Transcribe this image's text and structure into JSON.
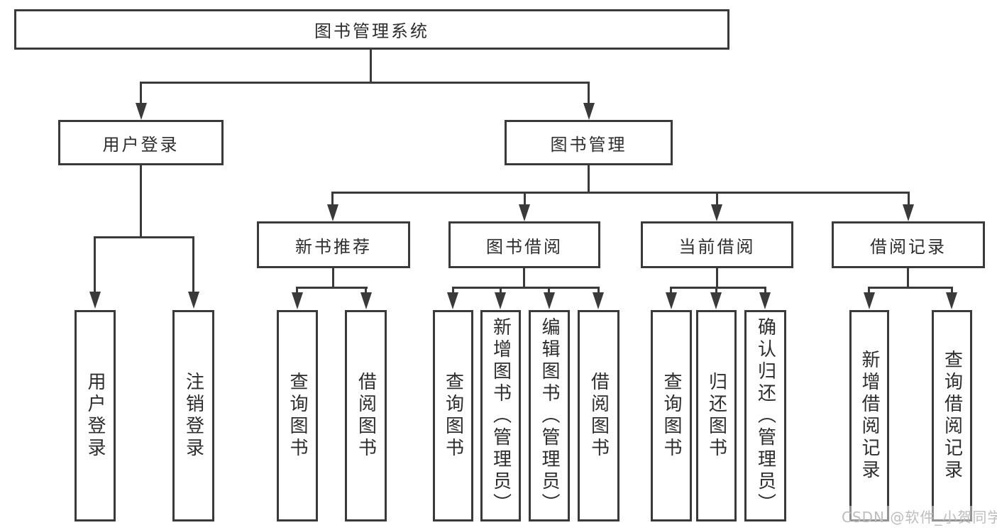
{
  "diagram": {
    "title": "图书管理系统",
    "level2": {
      "user_login": "用户登录",
      "book_mgmt": "图书管理"
    },
    "level3": {
      "new_books": "新书推荐",
      "book_borrow": "图书借阅",
      "current_borrow": "当前借阅",
      "borrow_records": "借阅记录"
    },
    "leaves": {
      "user_login": [
        "用户登录",
        "注销登录"
      ],
      "new_books": [
        "查询图书",
        "借阅图书"
      ],
      "book_borrow": [
        "查询图书",
        "新增图书（管理员）",
        "编辑图书（管理员）",
        "借阅图书"
      ],
      "current_borrow": [
        "查询图书",
        "归还图书",
        "确认归还（管理员）"
      ],
      "borrow_records": [
        "新增借阅记录",
        "查询借阅记录"
      ]
    }
  },
  "watermark": "CSDN @软件_小贺同学",
  "colors": {
    "line": "#3a3a3a",
    "text": "#2d2d2d",
    "watermark": "#bdbdbd",
    "background": "#ffffff"
  }
}
